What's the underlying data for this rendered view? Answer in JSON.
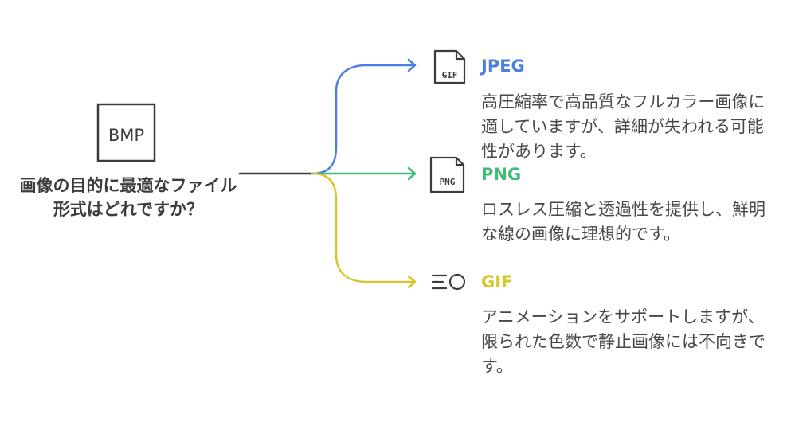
{
  "question": "画像の目的に最適なファイル形式はどれですか？",
  "center_icon": {
    "name": "bmp-file-icon",
    "label": "BMP"
  },
  "colors": {
    "jpeg": "#4d7fe0",
    "png": "#3fbd77",
    "gif": "#d8c52a",
    "stem": "#3a3a3a",
    "icon": "#3c3c3c"
  },
  "options": [
    {
      "key": "jpeg",
      "title": "JPEG",
      "icon": "gif-file-icon",
      "icon_label": "GIF",
      "description": "高圧縮率で高品質なフルカラー画像に適していますが、詳細が失われる可能性があります。"
    },
    {
      "key": "png",
      "title": "PNG",
      "icon": "png-file-icon",
      "icon_label": "PNG",
      "description": "ロスレス圧縮と透過性を提供し、鮮明な線の画像に理想的です。"
    },
    {
      "key": "gif",
      "title": "GIF",
      "icon": "motion-circle-icon",
      "description": "アニメーションをサポートしますが、限られた色数で静止画像には不向きです。"
    }
  ]
}
